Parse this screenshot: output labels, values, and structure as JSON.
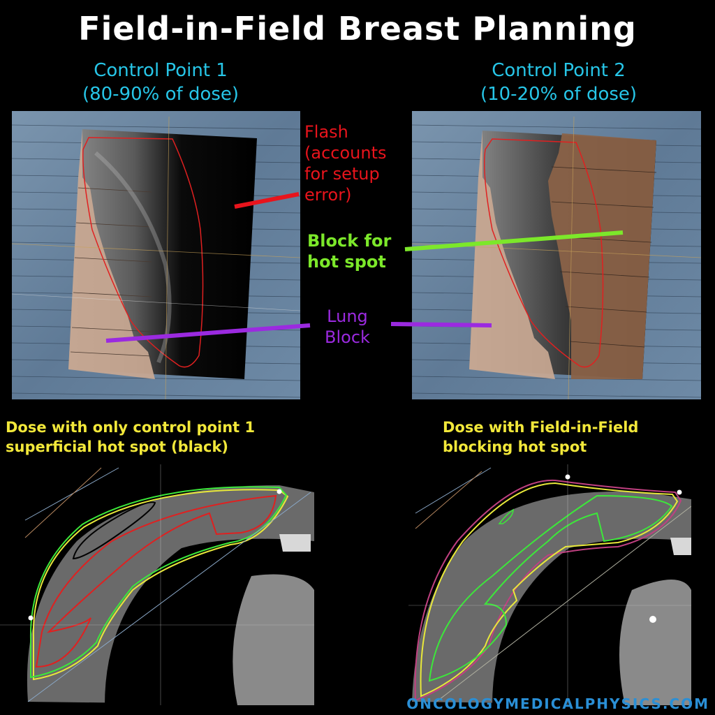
{
  "title": "Field-in-Field Breast Planning",
  "control_points": [
    {
      "label": "Control Point 1",
      "dose": "(80-90% of dose)"
    },
    {
      "label": "Control Point 2",
      "dose": "(10-20% of dose)"
    }
  ],
  "annotations": {
    "flash": {
      "lines": [
        "Flash",
        "(accounts",
        "for setup",
        "error)"
      ],
      "color": "#e8141c"
    },
    "block_hot_spot": {
      "lines": [
        "Block for",
        "hot spot"
      ],
      "color": "#7ce82a"
    },
    "lung_block": {
      "lines": [
        "Lung",
        "Block"
      ],
      "color": "#9b2ae0"
    }
  },
  "dose_panels": [
    {
      "lines": [
        "Dose with only control point 1",
        "superficial hot spot (black)"
      ]
    },
    {
      "lines": [
        "Dose with Field-in-Field",
        "blocking hot spot"
      ]
    }
  ],
  "footer": "ONCOLOGYMEDICALPHYSICS.COM",
  "colors": {
    "background": "#000000",
    "title": "#ffffff",
    "subtitle": "#27c6e8",
    "dose_label": "#f2e83a",
    "footer": "#2a8fd6",
    "mlc_leaf": "#c9a893",
    "mlc_leaf_dark": "#8a6248",
    "drr_bg": "#6f8aa5"
  }
}
